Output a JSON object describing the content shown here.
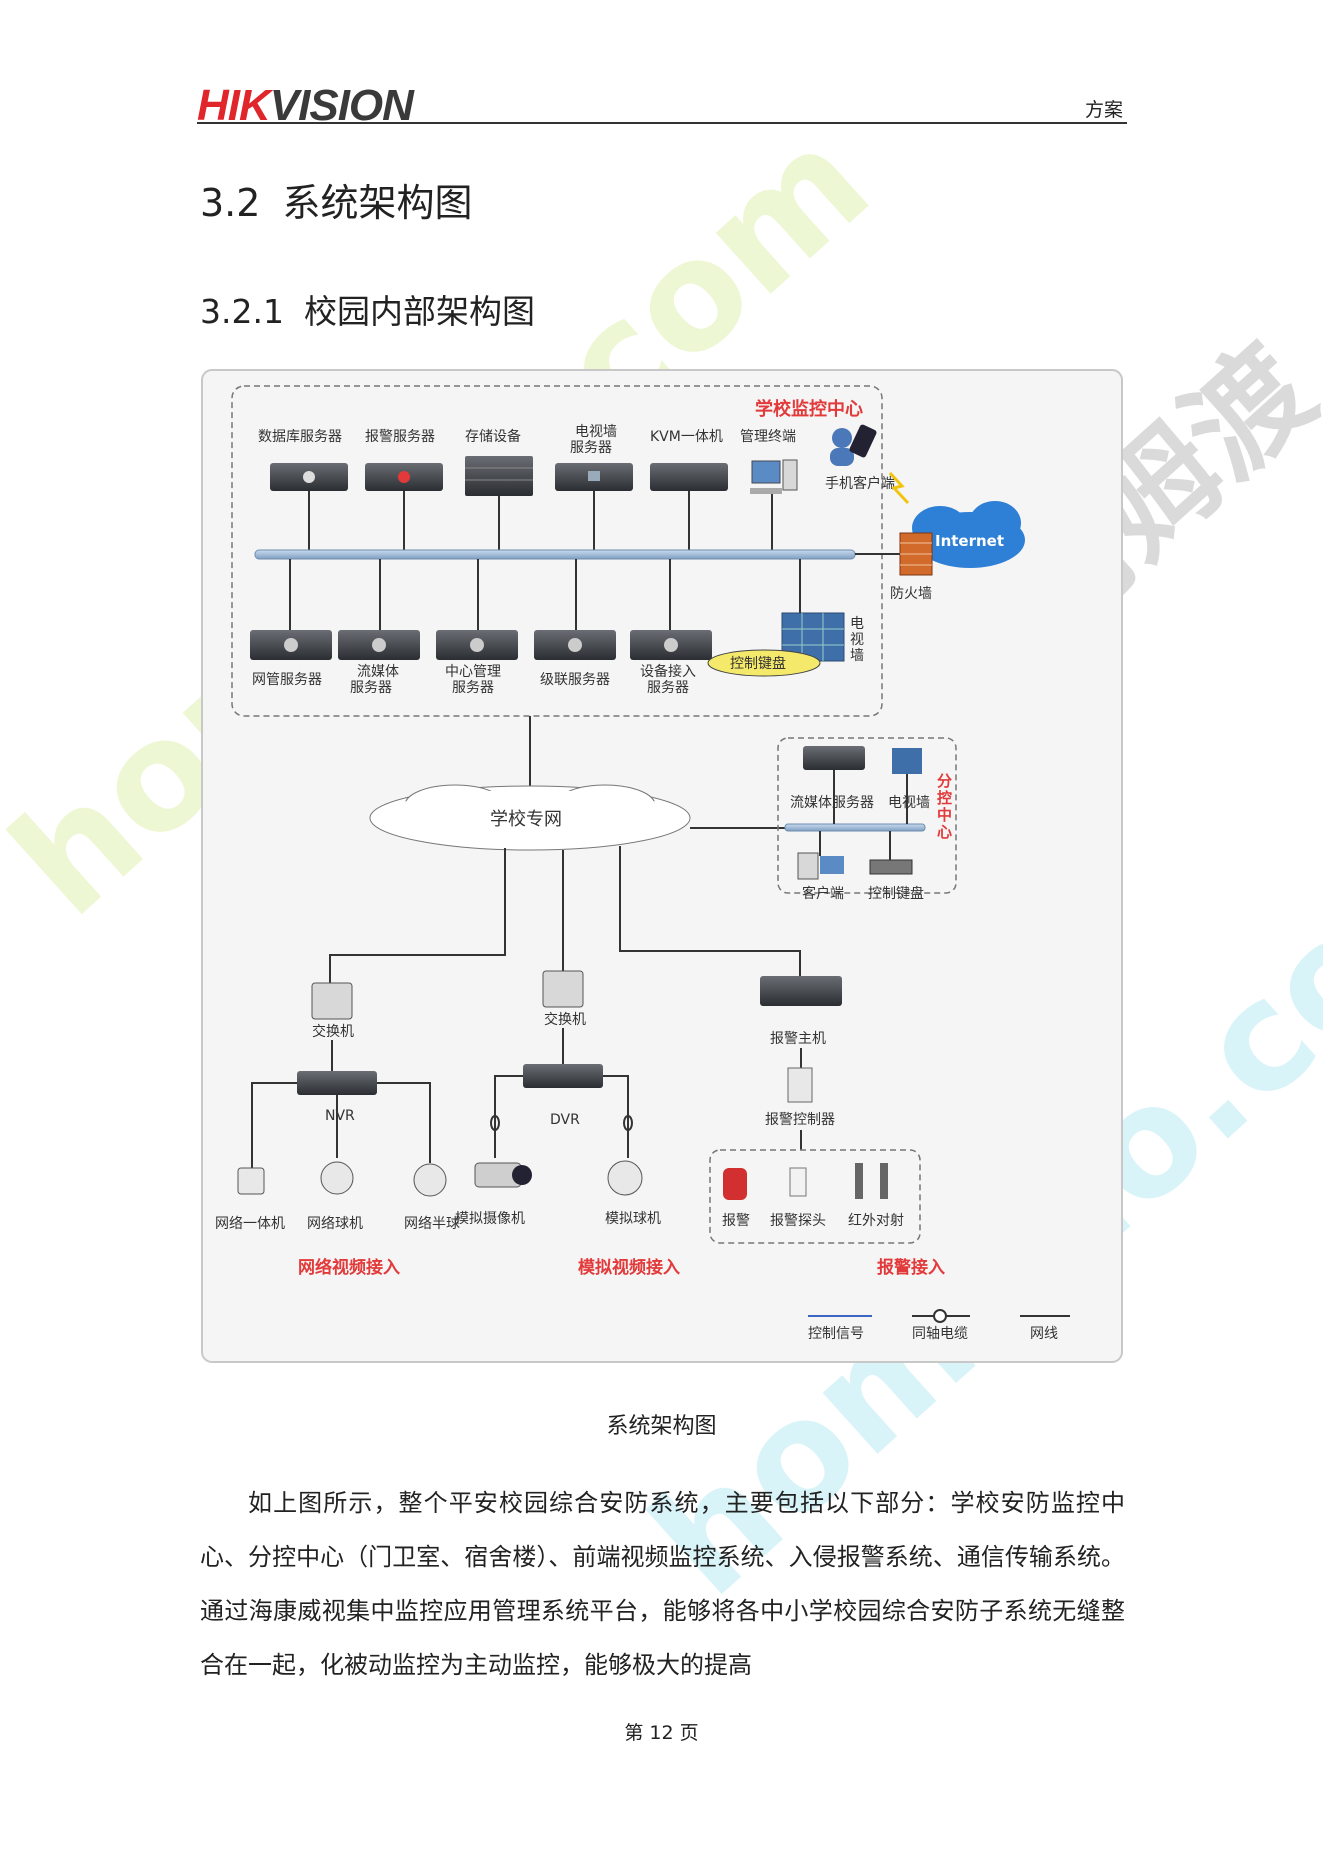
{
  "header": {
    "logo_red": "HIK",
    "logo_dark": "VISION",
    "right_label": "方案"
  },
  "section": {
    "number": "3.2",
    "title": "系统架构图"
  },
  "subsection": {
    "number": "3.2.1",
    "title": "校园内部架构图"
  },
  "diagram": {
    "center_title": "学校监控中心",
    "top_devices": [
      "数据库服务器",
      "报警服务器",
      "存储设备",
      "电视墙\n服务器",
      "KVM一体机",
      "管理终端"
    ],
    "bottom_devices": [
      "网管服务器",
      "流媒体\n服务器",
      "中心管理\n服务器",
      "级联服务器",
      "设备接入\n服务器"
    ],
    "control_keyboard": "控制键盘",
    "tv_wall_vertical": "电视墙",
    "mobile_client": "手机客户端",
    "internet": "Internet",
    "firewall": "防火墙",
    "campus_net": "学校专网",
    "sub_center": {
      "title": "分控中心",
      "items": [
        "流媒体服务器",
        "电视墙",
        "客户端",
        "控制键盘"
      ]
    },
    "switch_1": "交换机",
    "switch_2": "交换机",
    "alarm_host": "报警主机",
    "alarm_controller": "报警控制器",
    "nvr": "NVR",
    "dvr": "DVR",
    "net_devices": [
      "网络一体机",
      "网络球机",
      "网络半球"
    ],
    "analog_devices": [
      "模拟摄像机",
      "模拟球机"
    ],
    "alarm_devices": [
      "报警",
      "报警探头",
      "红外对射"
    ],
    "groups": [
      "网络视频接入",
      "模拟视频接入",
      "报警接入"
    ],
    "legend": [
      "控制信号",
      "同轴电缆",
      "网线"
    ]
  },
  "caption": "系统架构图",
  "paragraph": "如上图所示，整个平安校园综合安防系统，主要包括以下部分：学校安防监控中心、分控中心（门卫室、宿舍楼）、前端视频监控系统、入侵报警系统、通信传输系统。通过海康威视集中监控应用管理系统平台，能够将各中小学校园综合安防子系统无缝整合在一起，化被动监控为主动监控，能够极大的提高",
  "page_number": "第 12 页",
  "watermark": {
    "text1": "homedo.com",
    "text2": "homedo.com",
    "text3": "河姆渡"
  },
  "colors": {
    "logo_red": "#e0262b",
    "label_red": "#e23a3a",
    "bus_blue": "#9ab8d8",
    "signal_blue": "#3b66c4"
  }
}
